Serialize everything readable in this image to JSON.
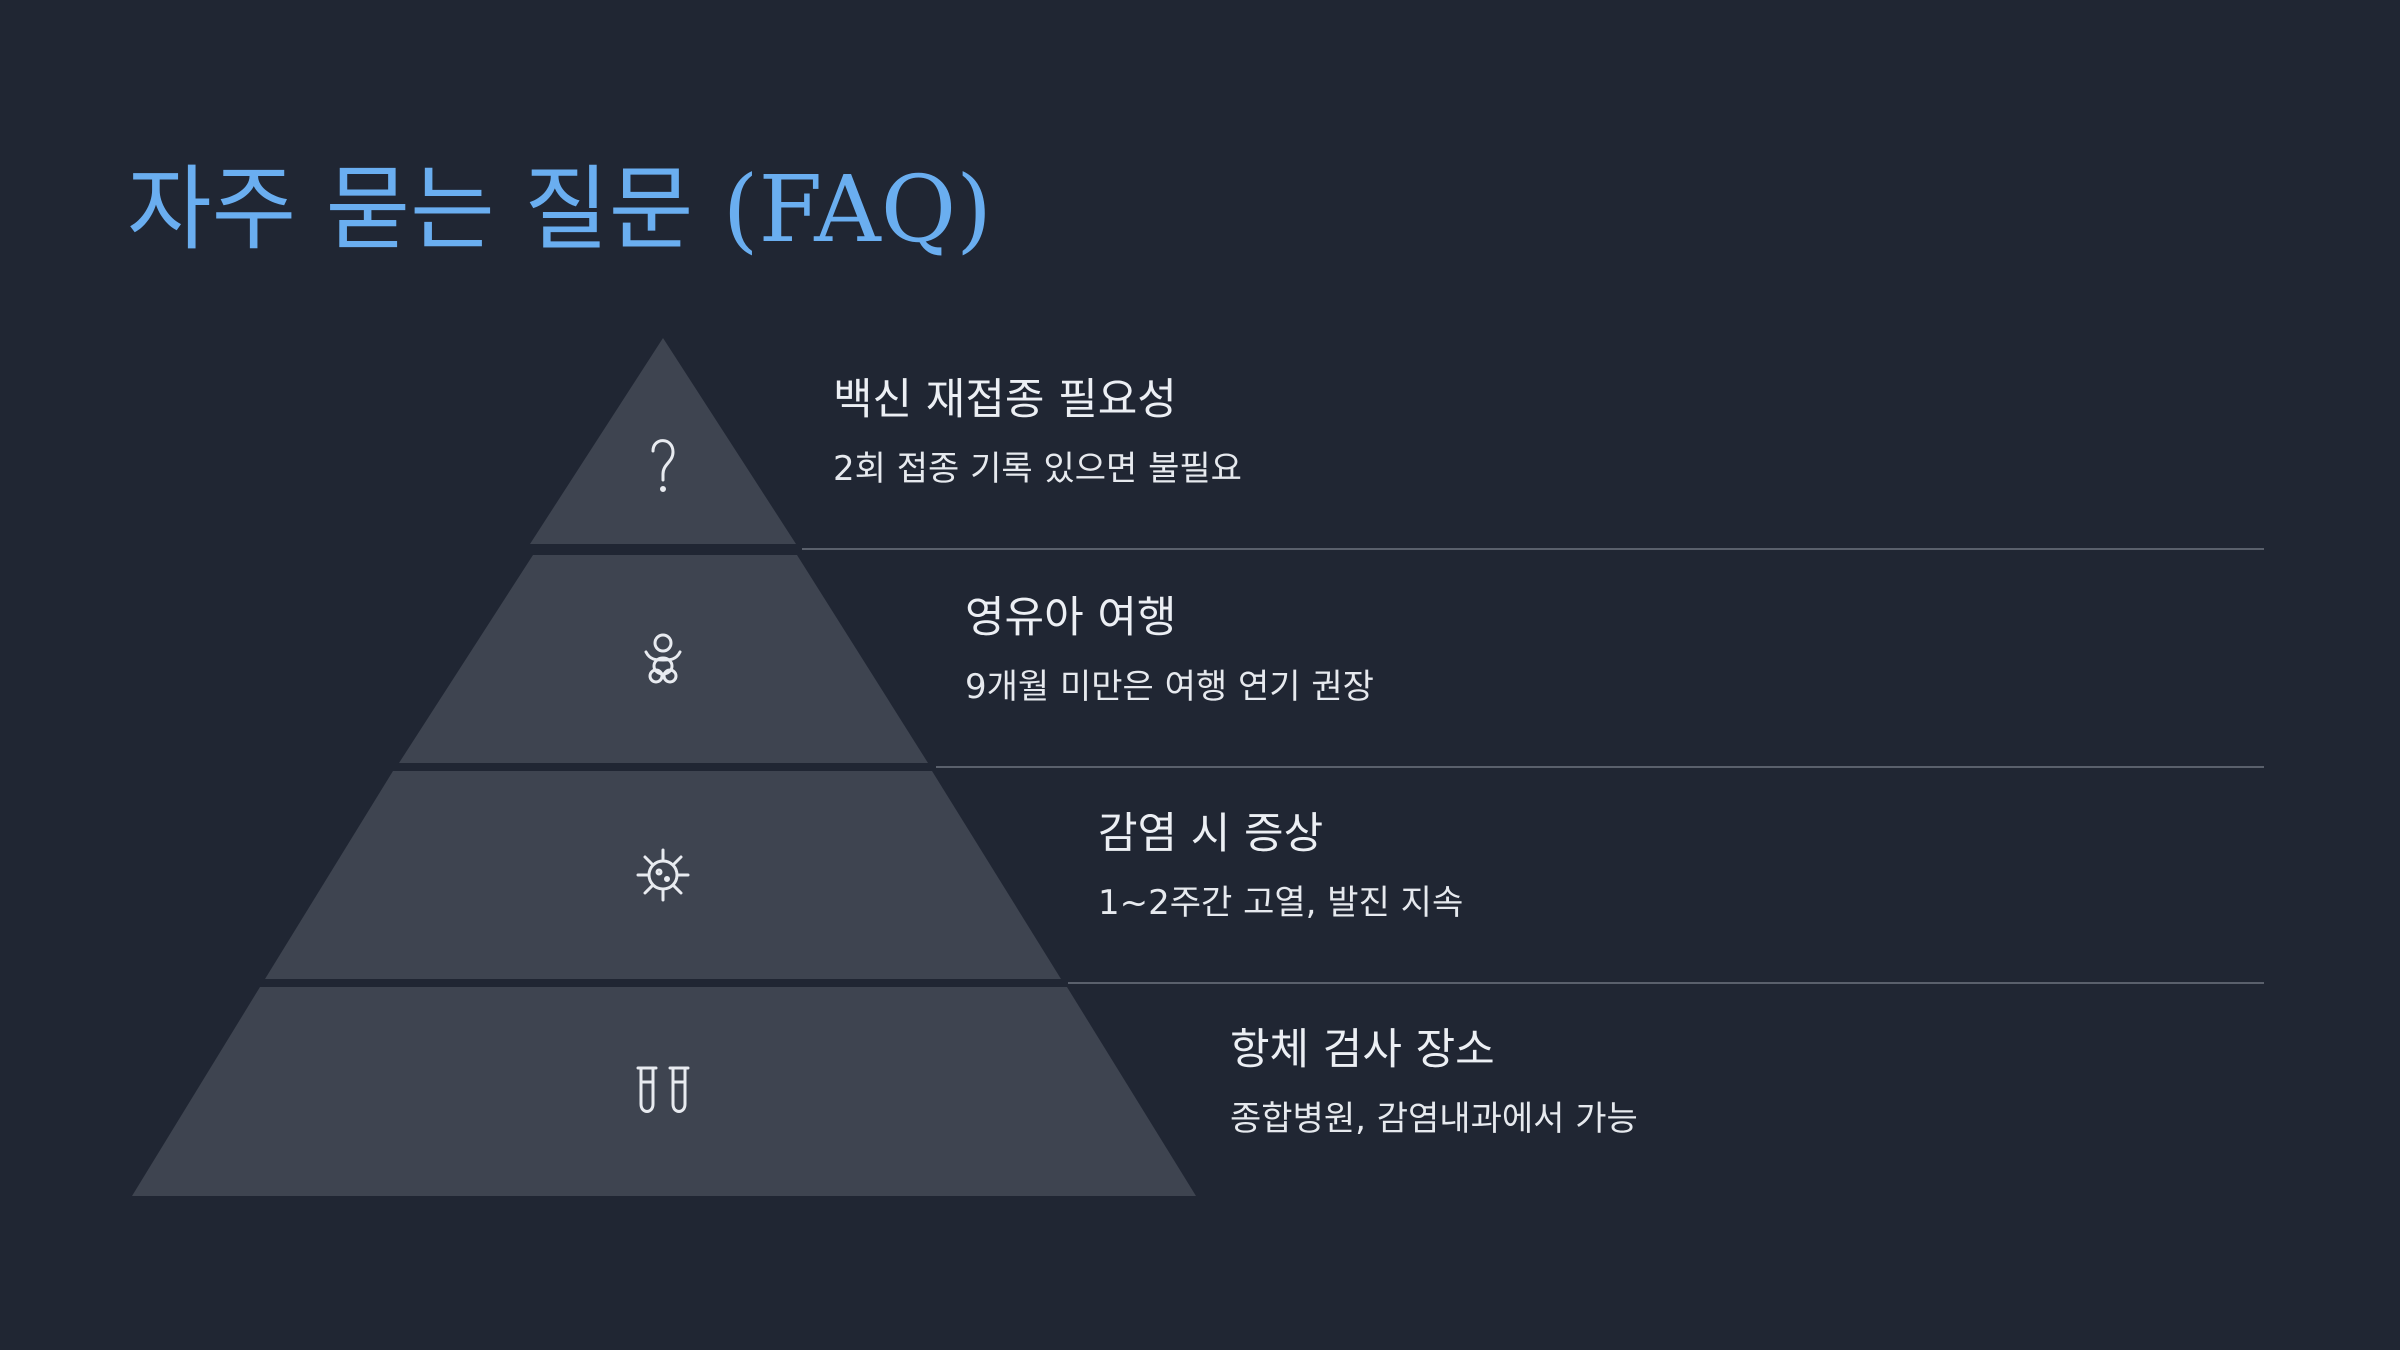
{
  "slide": {
    "title": "자주 묻는 질문 (FAQ)",
    "colors": {
      "background": "#202633",
      "title": "#6aaef0",
      "tier_fill": "#3e4450",
      "text": "#eceff4",
      "divider": "#5a606c"
    }
  },
  "faq": [
    {
      "icon": "question-mark-icon",
      "heading": "백신 재접종 필요성",
      "answer": "2회 접종 기록 있으면 불필요"
    },
    {
      "icon": "baby-icon",
      "heading": "영유아 여행",
      "answer": "9개월 미만은 여행 연기 권장"
    },
    {
      "icon": "virus-icon",
      "heading": "감염 시 증상",
      "answer": "1~2주간 고열, 발진 지속"
    },
    {
      "icon": "test-tubes-icon",
      "heading": "항체 검사 장소",
      "answer": "종합병원, 감염내과에서 가능"
    }
  ]
}
